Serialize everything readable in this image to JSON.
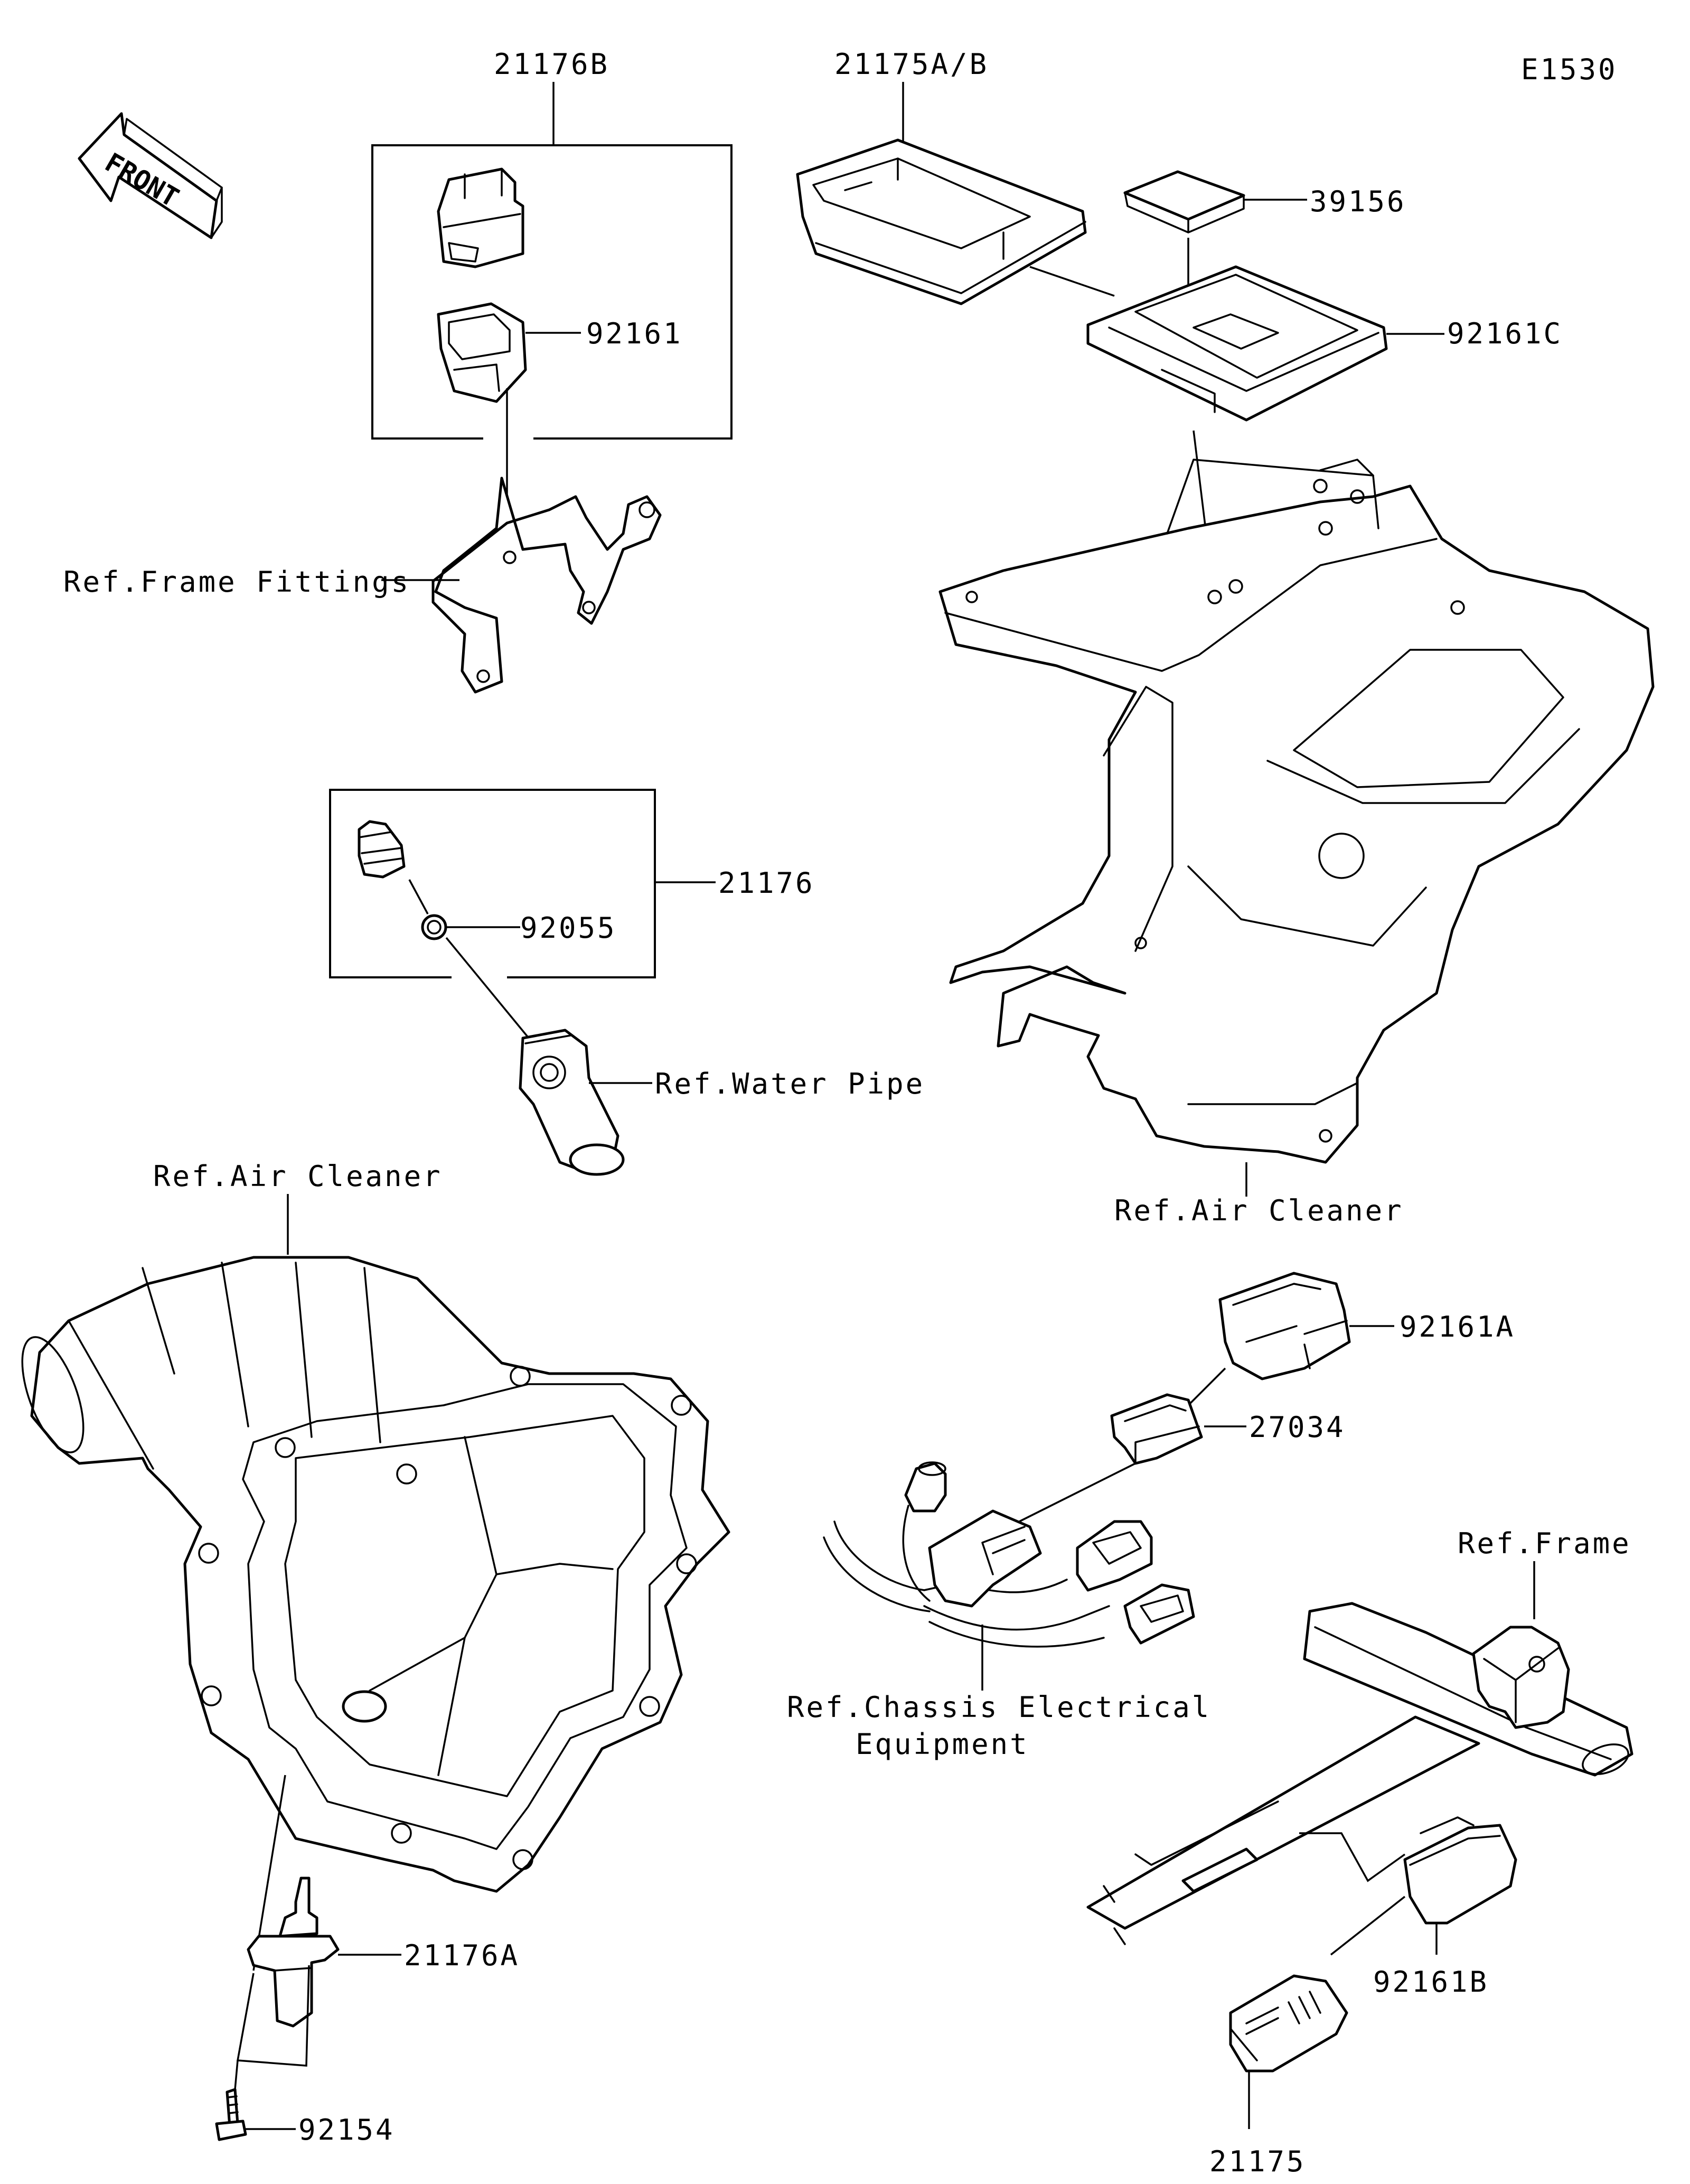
{
  "diagram_code": "E1530",
  "direction_badge": "FRONT",
  "labels": {
    "p21176B": "21176B",
    "p21175AB": "21175A/B",
    "p39156": "39156",
    "p92161C": "92161C",
    "p92161": "92161",
    "ref_frame_fittings": "Ref.Frame Fittings",
    "p21176": "21176",
    "p92055": "92055",
    "ref_water_pipe": "Ref.Water Pipe",
    "ref_air_cleaner_left": "Ref.Air Cleaner",
    "ref_air_cleaner_right": "Ref.Air Cleaner",
    "p92161A": "92161A",
    "p27034": "27034",
    "ref_frame": "Ref.Frame",
    "ref_chassis_line1": "Ref.Chassis Electrical",
    "ref_chassis_line2": "Equipment",
    "p21176A": "21176A",
    "p92154": "92154",
    "p92161B": "92161B",
    "p21175": "21175"
  }
}
